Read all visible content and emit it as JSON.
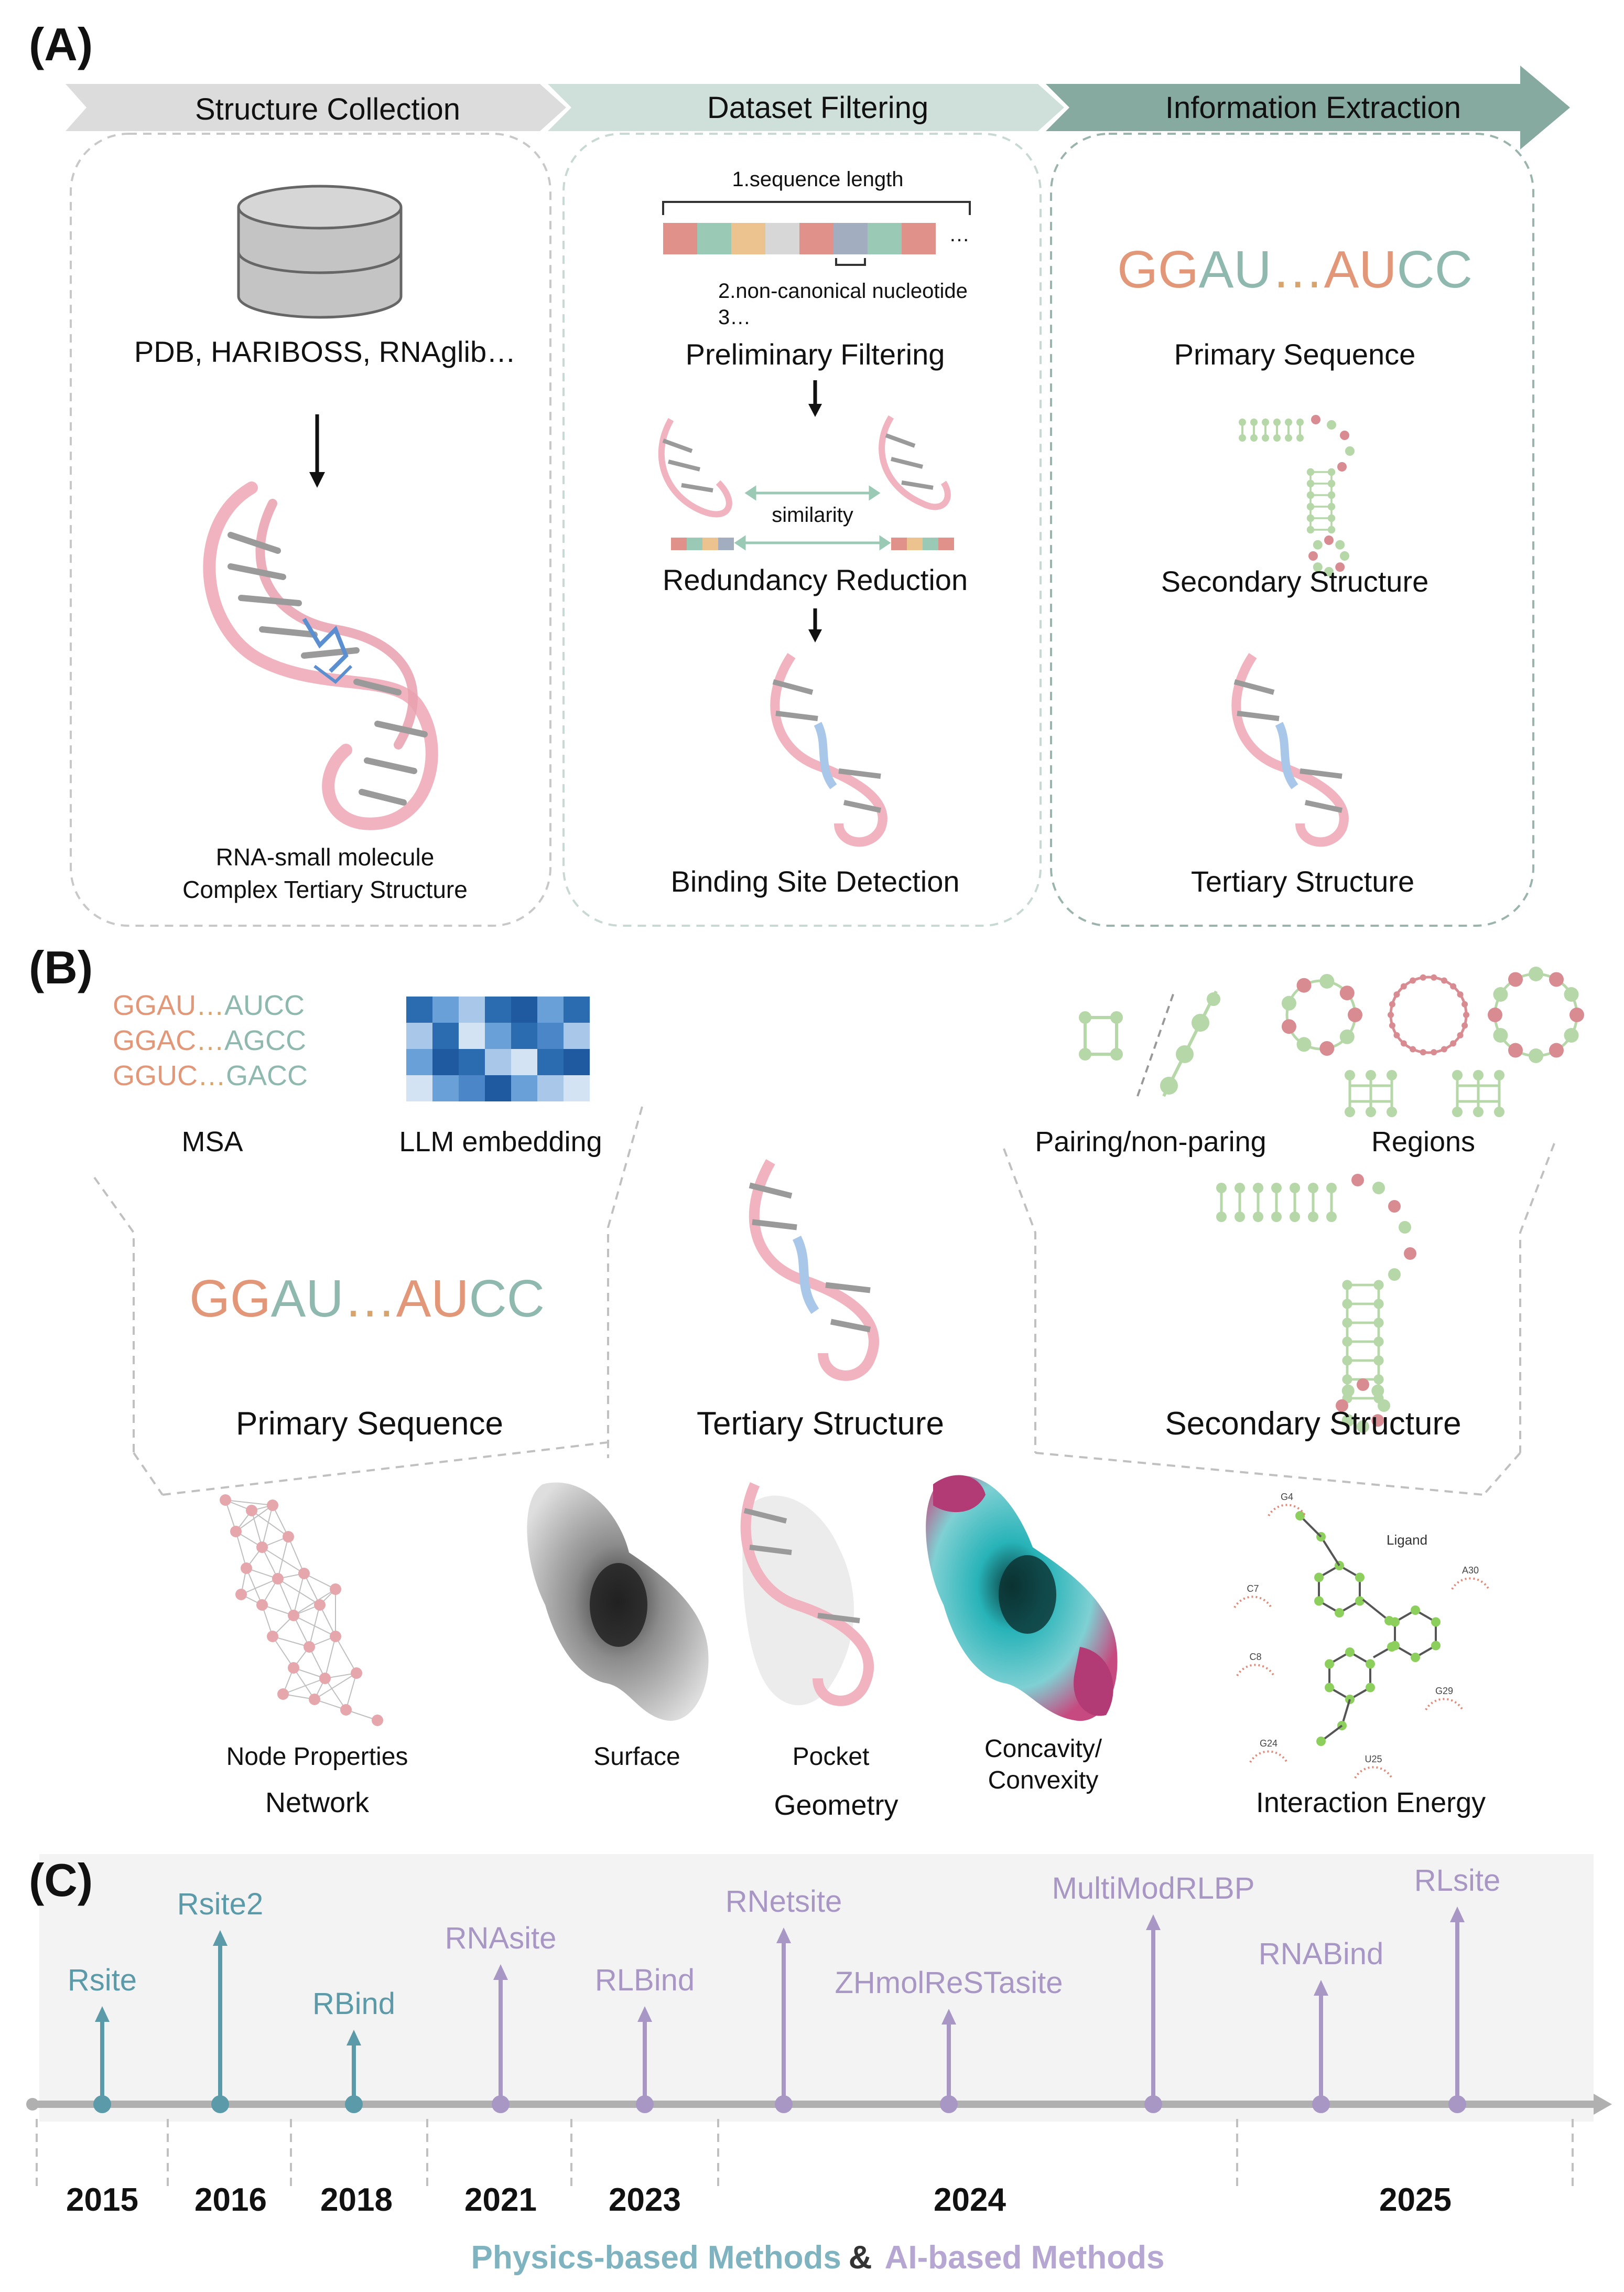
{
  "panel_a": {
    "label": "(A)",
    "steps": [
      "Structure Collection",
      "Dataset Filtering",
      "Information Extraction"
    ],
    "collection": {
      "sources": "PDB, HARIBOSS, RNAglib…",
      "complex_line1": "RNA-small molecule",
      "complex_line2": "Complex Tertiary Structure"
    },
    "filtering": {
      "criterion1": "1.sequence length",
      "ellipsis": "…",
      "criterion2": "2.non-canonical nucleotide",
      "criterion3": "3…",
      "preliminary": "Preliminary Filtering",
      "similarity": "similarity",
      "redundancy": "Redundancy Reduction",
      "binding_site": "Binding Site Detection"
    },
    "extraction": {
      "sequence": {
        "p1": "GG",
        "p2": "AU",
        "p3": "…",
        "p4": "AU",
        "p5": "CC"
      },
      "primary": "Primary Sequence",
      "secondary": "Secondary Structure",
      "tertiary": "Tertiary Structure"
    }
  },
  "panel_b": {
    "label": "(B)",
    "msa": [
      {
        "p1": "GGAU",
        "p2": "…",
        "p3": "AUCC"
      },
      {
        "p1": "GGAC",
        "p2": "…",
        "p3": "AGCC"
      },
      {
        "p1": "GGUC",
        "p2": "…",
        "p3": "GACC"
      }
    ],
    "msa_label": "MSA",
    "llm_label": "LLM embedding",
    "pairing_label": "Pairing/non-paring",
    "regions_label": "Regions",
    "sequence": {
      "p1": "GG",
      "p2": "AU",
      "p3": "…",
      "p4": "AU",
      "p5": "CC"
    },
    "primary": "Primary Sequence",
    "tertiary": "Tertiary Structure",
    "secondary": "Secondary Structure",
    "node_properties": "Node Properties",
    "network": "Network",
    "surface": "Surface",
    "pocket": "Pocket",
    "concavity1": "Concavity/",
    "concavity2": "Convexity",
    "geometry": "Geometry",
    "interaction_energy": "Interaction Energy",
    "ligplot": {
      "ligand": "Ligand",
      "residues": [
        "G4",
        "A30",
        "C7",
        "C8",
        "G29",
        "G24",
        "U25"
      ]
    }
  },
  "panel_c": {
    "label": "(C)",
    "years": [
      "2015",
      "2016",
      "2018",
      "2021",
      "2023",
      "2024",
      "2025"
    ],
    "methods": [
      {
        "name": "Rsite",
        "type": "physics"
      },
      {
        "name": "Rsite2",
        "type": "physics"
      },
      {
        "name": "RBind",
        "type": "physics"
      },
      {
        "name": "RNAsite",
        "type": "ai"
      },
      {
        "name": "RLBind",
        "type": "ai"
      },
      {
        "name": "RNetsite",
        "type": "ai"
      },
      {
        "name": "ZHmolReSTasite",
        "type": "ai"
      },
      {
        "name": "MultiModRLBP",
        "type": "ai"
      },
      {
        "name": "RNABind",
        "type": "ai"
      },
      {
        "name": "RLsite",
        "type": "ai"
      }
    ],
    "legend": {
      "physics": "Physics-based Methods",
      "amp": "&",
      "ai": "AI-based Methods"
    }
  },
  "colors": {
    "physics": "#5b9aa8",
    "ai": "#a897c4",
    "rna_pink": "#f0b3bf",
    "pair_green": "#b6d7a8",
    "pair_red": "#d98b92",
    "seq_orange": "#e29878",
    "seq_teal": "#8fb8ae",
    "embed_blue": "#2b6cb0"
  }
}
